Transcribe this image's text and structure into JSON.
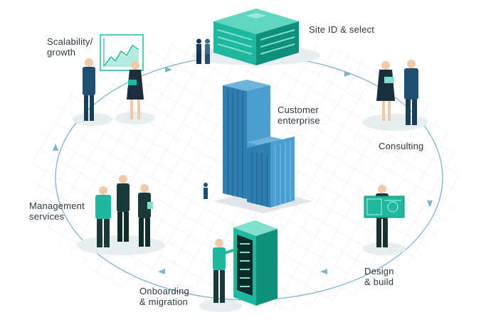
{
  "stages": [
    {
      "id": "site",
      "label": "Site ID & select"
    },
    {
      "id": "consulting",
      "label": "Consulting"
    },
    {
      "id": "design",
      "label": "Design\n& build"
    },
    {
      "id": "onboarding",
      "label": "Onboarding\n& migration"
    },
    {
      "id": "management",
      "label": "Management\nservices"
    },
    {
      "id": "scalability",
      "label": "Scalability/\ngrowth"
    }
  ],
  "center": {
    "label": "Customer\nenterprise"
  },
  "colors": {
    "teal": "#1fb89e",
    "teal_dark": "#0f8f7c",
    "navy": "#1f4e6e",
    "blue": "#3a86b8",
    "ring": "#7fb3c8",
    "grid": "#e4ebee"
  },
  "icons": [
    "data-center-building-icon",
    "office-tower-icon",
    "server-rack-icon",
    "growth-chart-icon",
    "blueprint-board-icon"
  ]
}
